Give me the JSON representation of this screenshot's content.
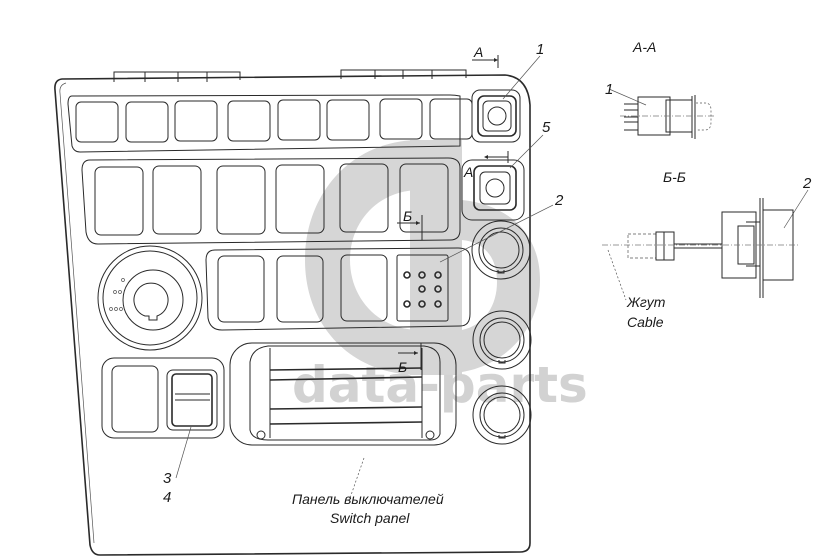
{
  "drawing": {
    "title_ru": "Панель выключателей",
    "title_en": "Switch panel",
    "watermark_text": "data-parts",
    "colors": {
      "line": "#2a2a2a",
      "watermark": "#d6d6d6",
      "background": "#ffffff"
    }
  },
  "callouts": [
    {
      "id": "1",
      "label": "1",
      "target": "pushbutton-switch-top"
    },
    {
      "id": "5",
      "label": "5",
      "target": "pushbutton-switch-frame"
    },
    {
      "id": "2",
      "label": "2",
      "target": "diagnostic-connector"
    },
    {
      "id": "3",
      "label": "3",
      "target": "rocker-switch"
    },
    {
      "id": "4",
      "label": "4",
      "target": "rocker-switch-frame"
    }
  ],
  "section_marks": {
    "a_top": "А",
    "a_side": "А",
    "b_top": "Б",
    "b_bottom": "Б"
  },
  "section_views": {
    "aa": {
      "title": "А-А",
      "callout": "1"
    },
    "bb": {
      "title": "Б-Б",
      "callout": "2",
      "cable_ru": "Жгут",
      "cable_en": "Cable"
    }
  }
}
